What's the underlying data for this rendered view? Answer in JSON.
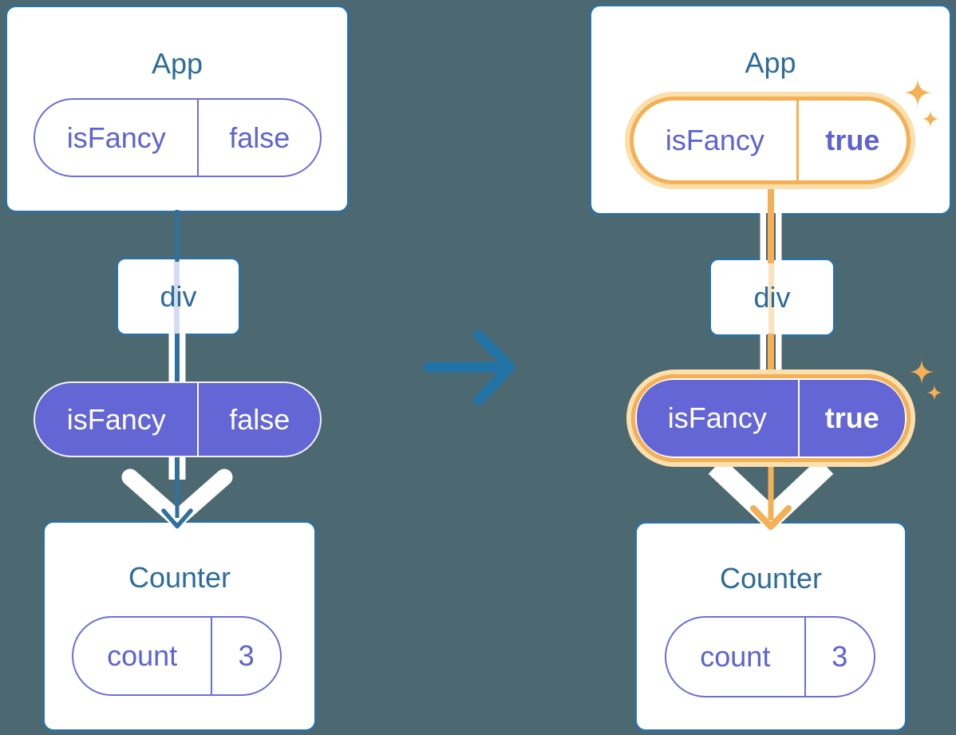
{
  "colors": {
    "background": "#4C6870",
    "card_fill": "#FFFFFF",
    "card_border": "#2F709F",
    "title_text": "#2C6C99",
    "purple_outline": "#6B6FD8",
    "purple_text": "#5E62D1",
    "purple_fill": "#6366D4",
    "text_on_purple": "#FFFFFF",
    "highlight_orange": "#F5AF54",
    "highlight_glow": "#FBDFAD",
    "thread_teal": "#2F709F",
    "thread_lavender": "#D4DCF2",
    "thread_pale_orange": "#FAE3BE",
    "transition_arrow_blue": "#2273A5",
    "chevron_white": "#FFFFFF"
  },
  "transition_arrow": {
    "icon": "right-arrow-icon"
  },
  "trees": {
    "left": {
      "app": {
        "title": "App",
        "state": {
          "name": "isFancy",
          "value": "false"
        },
        "highlighted": false
      },
      "div": {
        "label": "div"
      },
      "prop": {
        "name": "isFancy",
        "value": "false",
        "highlighted": false
      },
      "counter": {
        "title": "Counter",
        "state": {
          "name": "count",
          "value": "3"
        }
      }
    },
    "right": {
      "app": {
        "title": "App",
        "state": {
          "name": "isFancy",
          "value": "true"
        },
        "highlighted": true
      },
      "div": {
        "label": "div"
      },
      "prop": {
        "name": "isFancy",
        "value": "true",
        "highlighted": true
      },
      "counter": {
        "title": "Counter",
        "state": {
          "name": "count",
          "value": "3"
        }
      }
    }
  }
}
